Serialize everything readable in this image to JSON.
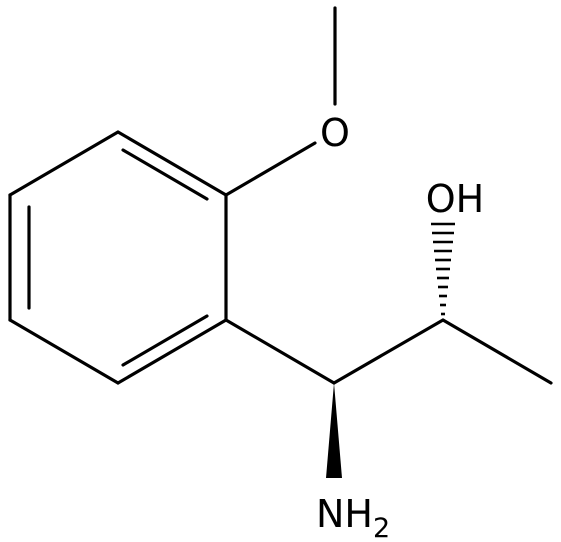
{
  "molecule": {
    "atoms": {
      "oxygen_methoxy": "O",
      "hydroxyl": "OH",
      "amine_main": "NH",
      "amine_subscript": "2"
    },
    "colors": {
      "bond": "#000000",
      "text": "#000000",
      "background": "#ffffff"
    }
  }
}
